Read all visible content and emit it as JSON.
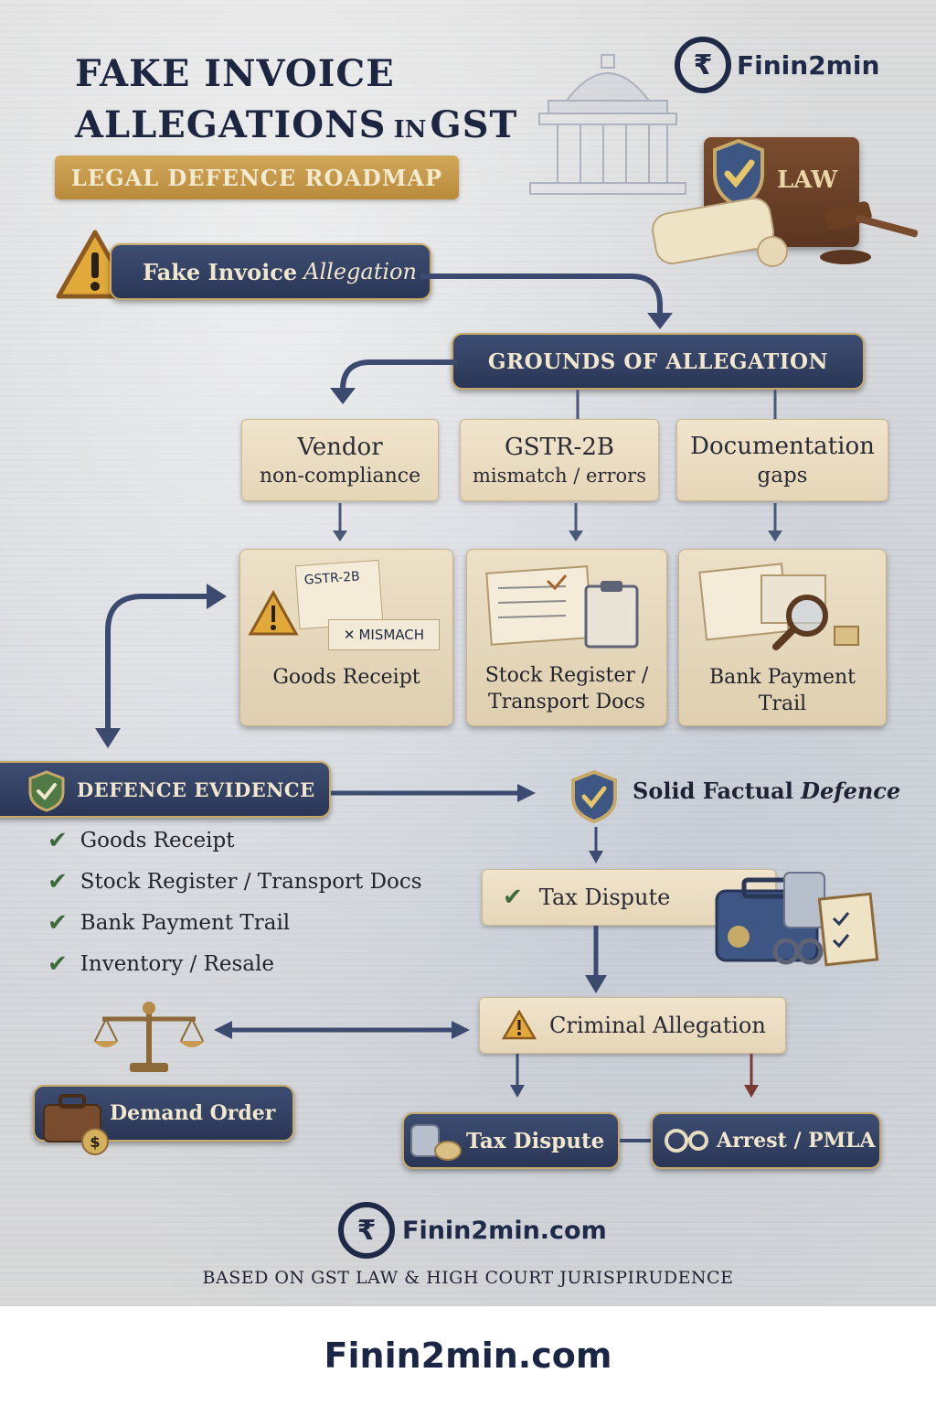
{
  "header": {
    "title_line1": "FAKE INVOICE",
    "title_line2_a": "ALLEGATIONS",
    "title_line2_b": "IN",
    "title_line2_c": "GST",
    "subtitle": "LEGAL DEFENCE ROADMAP",
    "brand": "Finin2min",
    "law_book_label": "LAW"
  },
  "flow": {
    "start": {
      "label": "Fake Invoice",
      "label_italic": "Allegation"
    },
    "grounds": {
      "label": "GROUNDS OF ALLEGATION"
    },
    "grounds_items": [
      {
        "line1": "Vendor",
        "line2": "non-compliance"
      },
      {
        "line1": "GSTR-2B",
        "line2": "mismatch / errors"
      },
      {
        "line1": "Documentation",
        "line2": "gaps"
      }
    ],
    "evidence_cards": [
      {
        "line1": "Goods Receipt",
        "line2": "",
        "doc_label": "GSTR-2B",
        "badge": "MISMACH"
      },
      {
        "line1": "Stock Register /",
        "line2": "Transport Docs"
      },
      {
        "line1": "Bank Payment",
        "line2": "Trail"
      }
    ],
    "defence_evidence": {
      "label": "DEFENCE EVIDENCE",
      "items": [
        "Goods Receipt",
        "Stock Register / Transport Docs",
        "Bank Payment Trail",
        "Inventory / Resale"
      ]
    },
    "solid_defence": {
      "label": "Solid Factual",
      "label_italic": "Defence"
    },
    "tax_dispute_top": {
      "label": "Tax Dispute"
    },
    "criminal": {
      "label": "Criminal Allegation"
    },
    "demand_order": {
      "label": "Demand Order"
    },
    "tax_dispute_bottom": {
      "label": "Tax Dispute"
    },
    "arrest": {
      "label": "Arrest / PMLA"
    }
  },
  "footer": {
    "brand_domain": "Finin2min.com",
    "basis": "BASED ON GST LAW & HIGH COURT JURISPIRUDENCE",
    "bottom_domain": "Finin2min.com"
  },
  "icons": {
    "warning": "warning-triangle-icon",
    "shield": "shield-check-icon",
    "check": "checkmark-icon",
    "scales": "scales-of-justice-icon",
    "rupee": "rupee-icon",
    "briefcase": "briefcase-icon",
    "handcuffs": "handcuffs-icon"
  },
  "colors": {
    "navy": "#2a3656",
    "gold": "#c7a968",
    "cream": "#ece0c7",
    "background": "#d6d8dc"
  }
}
